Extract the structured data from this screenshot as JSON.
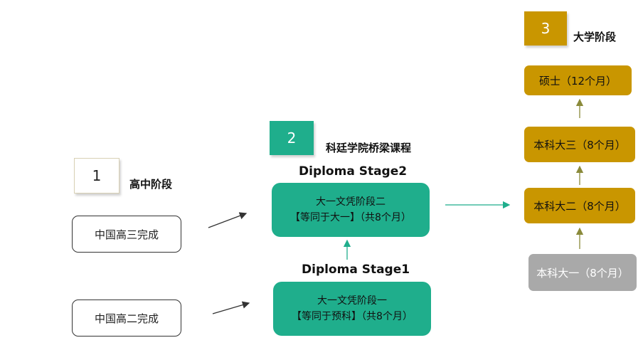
{
  "stage1": {
    "number": "1",
    "title": "高中阶段",
    "box_grade3": "中国高三完成",
    "box_grade2": "中国高二完成"
  },
  "stage2": {
    "number": "2",
    "title": "科廷学院桥梁课程",
    "diploma2_label": "Diploma Stage2",
    "diploma2_line1": "大一文凭阶段二",
    "diploma2_line2": "【等同于大一】（共8个月）",
    "diploma1_label": "Diploma Stage1",
    "diploma1_line1": "大一文凭阶段一",
    "diploma1_line2": "【等同于预科】（共8个月）"
  },
  "stage3": {
    "number": "3",
    "title": "大学阶段",
    "master": "硕士（12个月）",
    "year3": "本科大三（8个月）",
    "year2": "本科大二（8个月）",
    "year1": "本科大一（8个月）"
  },
  "colors": {
    "green": "#1fae8c",
    "gold": "#c99600",
    "grey": "#a9a9a9",
    "arrow_dark": "#333333",
    "arrow_green": "#1fae8c",
    "arrow_olive": "#8a8a3a"
  }
}
